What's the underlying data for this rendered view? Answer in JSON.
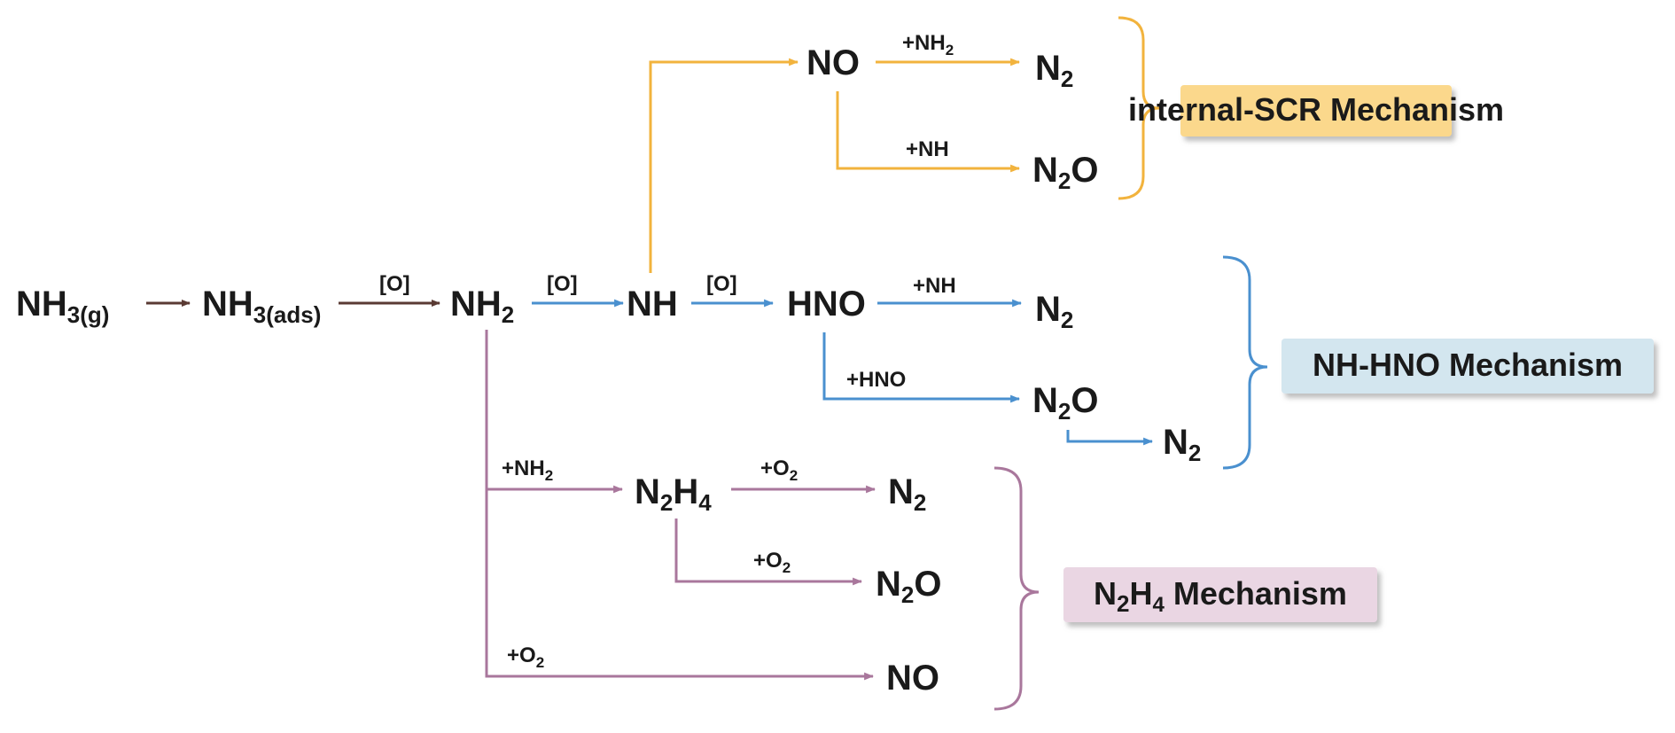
{
  "species": {
    "nh3g": {
      "base": "NH",
      "sub": "3(g)"
    },
    "nh3ads": {
      "base": "NH",
      "sub": "3(ads)"
    },
    "nh2": {
      "base": "NH",
      "sub": "2"
    },
    "nh": "NH",
    "hno": "HNO",
    "no_top": "NO",
    "n2_scr1": {
      "base": "N",
      "sub": "2"
    },
    "n2o_scr": {
      "a": "N",
      "sub": "2",
      "b": "O"
    },
    "n2_hno1": {
      "base": "N",
      "sub": "2"
    },
    "n2o_hno": {
      "a": "N",
      "sub": "2",
      "b": "O"
    },
    "n2_hno2": {
      "base": "N",
      "sub": "2"
    },
    "n2h4": {
      "a": "N",
      "s1": "2",
      "b": "H",
      "s2": "4"
    },
    "n2_hyd": {
      "base": "N",
      "sub": "2"
    },
    "n2o_hyd": {
      "a": "N",
      "sub": "2",
      "b": "O"
    },
    "no_bottom": "NO"
  },
  "labels": {
    "o1": "[O]",
    "o2": "[O]",
    "o3": "[O]",
    "plus_nh2_scr": {
      "base": "+NH",
      "sub": "2"
    },
    "plus_nh_scr": "+NH",
    "plus_nh_hno": "+NH",
    "plus_hno": "+HNO",
    "plus_nh2_hyd": {
      "base": "+NH",
      "sub": "2"
    },
    "plus_o2_a": {
      "base": "+O",
      "sub": "2"
    },
    "plus_o2_b": {
      "base": "+O",
      "sub": "2"
    },
    "plus_o2_c": {
      "base": "+O",
      "sub": "2"
    }
  },
  "mechanisms": {
    "scr": {
      "label": "internal-SCR Mechanism"
    },
    "hno": {
      "label": "NH-HNO Mechanism"
    },
    "n2h4": {
      "a": "N",
      "s1": "2",
      "b": "H",
      "s2": "4",
      "rest": " Mechanism"
    }
  },
  "colors": {
    "dark": "#5a3a33",
    "orange": "#f2b33d",
    "blue": "#4a90cf",
    "purple": "#a9779c",
    "scr_box": "#fbd88c",
    "hno_box": "#d3e6ef",
    "n2h4_box": "#ead6e3",
    "text": "#1a1a1a"
  }
}
